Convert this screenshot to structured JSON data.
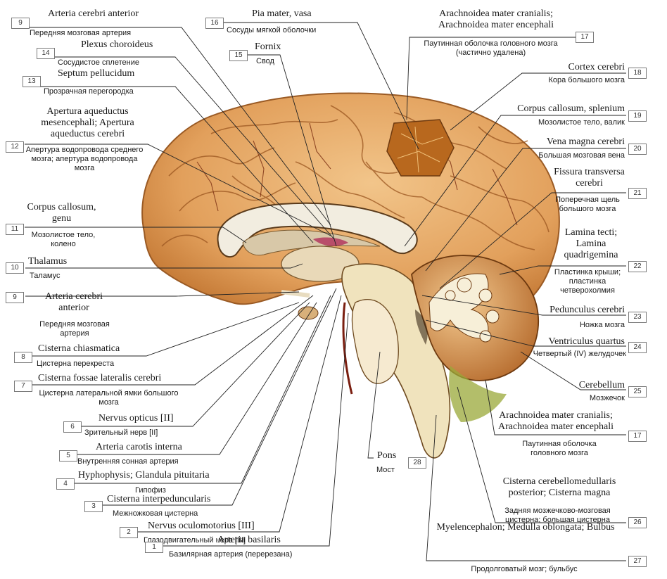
{
  "labels": [
    {
      "id": "l9a",
      "num": "9",
      "lat": "Arteria cerebri anterior",
      "rus": "Передняя мозговая артерия"
    },
    {
      "id": "l14",
      "num": "14",
      "lat": "Plexus choroideus",
      "rus": "Сосудистое сплетение"
    },
    {
      "id": "l13",
      "num": "13",
      "lat": "Septum pellucidum",
      "rus": "Прозрачная перегородка"
    },
    {
      "id": "l12",
      "num": "12",
      "lat": "Apertura aqueductus mesencephali; Apertura aqueductus cerebri",
      "rus": "Апертура водопровода среднего мозга; апертура водопровода мозга"
    },
    {
      "id": "l11",
      "num": "11",
      "lat": "Corpus callosum, genu",
      "rus": "Мозолистое тело, колено"
    },
    {
      "id": "l10",
      "num": "10",
      "lat": "Thalamus",
      "rus": "Таламус"
    },
    {
      "id": "l9b",
      "num": "9",
      "lat": "Arteria cerebri anterior",
      "rus": "Передняя мозговая артерия"
    },
    {
      "id": "l8",
      "num": "8",
      "lat": "Cisterna chiasmatica",
      "rus": "Цистерна перекреста"
    },
    {
      "id": "l7",
      "num": "7",
      "lat": "Cisterna fossae lateralis cerebri",
      "rus": "Цистерна латеральной ямки большого мозга"
    },
    {
      "id": "l6",
      "num": "6",
      "lat": "Nervus opticus [II]",
      "rus": "Зрительный нерв [II]"
    },
    {
      "id": "l5",
      "num": "5",
      "lat": "Arteria carotis interna",
      "rus": "Внутренняя сонная артерия"
    },
    {
      "id": "l4",
      "num": "4",
      "lat": "Hyphophysis; Glandula pituitaria",
      "rus": "Гипофиз"
    },
    {
      "id": "l3",
      "num": "3",
      "lat": "Cisterna interpeduncularis",
      "rus": "Межножковая цистерна"
    },
    {
      "id": "l2",
      "num": "2",
      "lat": "Nervus oculomotorius [III]",
      "rus": "Глазодвигательный нерв [III]"
    },
    {
      "id": "l1",
      "num": "1",
      "lat": "Arteria basilaris",
      "rus": "Базилярная артерия (перерезана)"
    },
    {
      "id": "l16",
      "num": "16",
      "lat": "Pia mater, vasa",
      "rus": "Сосуды мягкой оболочки"
    },
    {
      "id": "l15",
      "num": "15",
      "lat": "Fornix",
      "rus": "Свод"
    },
    {
      "id": "l28",
      "num": "28",
      "lat": "Pons",
      "rus": "Мост"
    },
    {
      "id": "l17a",
      "num": "17",
      "lat": "Arachnoidea mater cranialis; Arachnoidea mater encephali",
      "rus": "Паутинная оболочка головного мозга (частично удалена)"
    },
    {
      "id": "l18",
      "num": "18",
      "lat": "Cortex cerebri",
      "rus": "Кора большого мозга"
    },
    {
      "id": "l19",
      "num": "19",
      "lat": "Corpus callosum, splenium",
      "rus": "Мозолистое тело, валик"
    },
    {
      "id": "l20",
      "num": "20",
      "lat": "Vena magna cerebri",
      "rus": "Большая мозговая вена"
    },
    {
      "id": "l21",
      "num": "21",
      "lat": "Fissura transversa cerebri",
      "rus": "Поперечная щель большого мозга"
    },
    {
      "id": "l22",
      "num": "22",
      "lat": "Lamina tecti; Lamina quadrigemina",
      "rus": "Пластинка крыши; пластинка четверохолмия"
    },
    {
      "id": "l23",
      "num": "23",
      "lat": "Pedunculus cerebri",
      "rus": "Ножка мозга"
    },
    {
      "id": "l24",
      "num": "24",
      "lat": "Ventriculus quartus",
      "rus": "Четвертый (IV) желудочек"
    },
    {
      "id": "l25",
      "num": "25",
      "lat": "Cerebellum",
      "rus": "Мозжечок"
    },
    {
      "id": "l17b",
      "num": "17",
      "lat": "Arachnoidea mater cranialis; Arachnoidea mater encephali",
      "rus": "Паутинная оболочка головного мозга"
    },
    {
      "id": "l26",
      "num": "26",
      "lat": "Cisterna cerebellomedullaris posterior; Cisterna magna",
      "rus": "Задняя мозжечково-мозговая цистерна; большая цистерна"
    },
    {
      "id": "l27",
      "num": "27",
      "lat": "Myelencephalon; Medulla oblongata; Bulbus",
      "rus": "Продолговатый мозг; бульбус"
    }
  ],
  "colors": {
    "brain_fill": "#e6a968",
    "brain_dark": "#b8702c",
    "gyrus_line": "#8a4a1c",
    "callosum": "#f1ece0",
    "brainstem": "#efe4c0",
    "cerebellum_white": "#f6efd9",
    "cerebellum_grey": "#7a4a1c",
    "arachnoid_patch": "#c27a2c",
    "vessel": "#6a2a10",
    "leader": "#222222"
  }
}
